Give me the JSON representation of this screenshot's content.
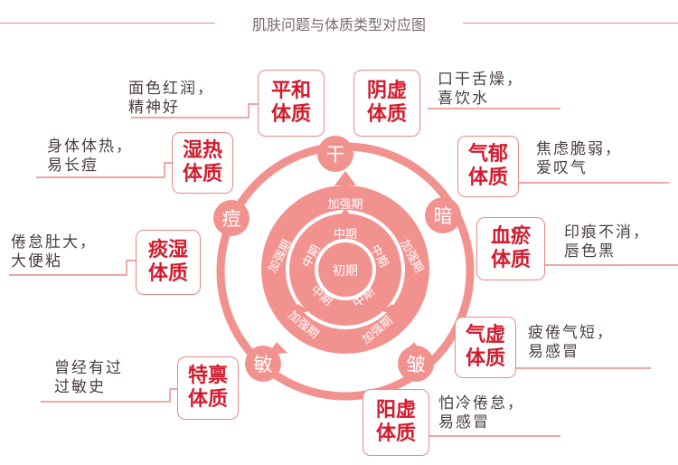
{
  "title": "肌肤问题与体质类型对应图",
  "colors": {
    "accent": "#e98a86",
    "circle_fill": "#f2928f",
    "text_red": "#d21c2e",
    "text_dark": "#4a3f3f"
  },
  "stages": {
    "outer": "加强期",
    "middle": "中期",
    "center": "初期"
  },
  "skin_issues": [
    "干",
    "暗",
    "皱",
    "敏",
    "痘"
  ],
  "constitutions": [
    {
      "id": "pinghe",
      "line1": "平和",
      "line2": "体质",
      "desc1": "面色红润，",
      "desc2": "精神好"
    },
    {
      "id": "yinxu",
      "line1": "阴虚",
      "line2": "体质",
      "desc1": "口干舌燥，",
      "desc2": "喜饮水"
    },
    {
      "id": "shire",
      "line1": "湿热",
      "line2": "体质",
      "desc1": "身体体热，",
      "desc2": "易长痘"
    },
    {
      "id": "qiyu",
      "line1": "气郁",
      "line2": "体质",
      "desc1": "焦虑脆弱，",
      "desc2": "爱叹气"
    },
    {
      "id": "tanshi",
      "line1": "痰湿",
      "line2": "体质",
      "desc1": "倦怠肚大，",
      "desc2": "大便粘"
    },
    {
      "id": "xueyu",
      "line1": "血瘀",
      "line2": "体质",
      "desc1": "印痕不消，",
      "desc2": "唇色黑"
    },
    {
      "id": "qixu",
      "line1": "气虚",
      "line2": "体质",
      "desc1": "疲倦气短，",
      "desc2": "易感冒"
    },
    {
      "id": "tebing",
      "line1": "特禀",
      "line2": "体质",
      "desc1": "曾经有过",
      "desc2": "过敏史"
    },
    {
      "id": "yangxu",
      "line1": "阳虚",
      "line2": "体质",
      "desc1": "怕冷倦怠，",
      "desc2": "易感冒"
    }
  ]
}
